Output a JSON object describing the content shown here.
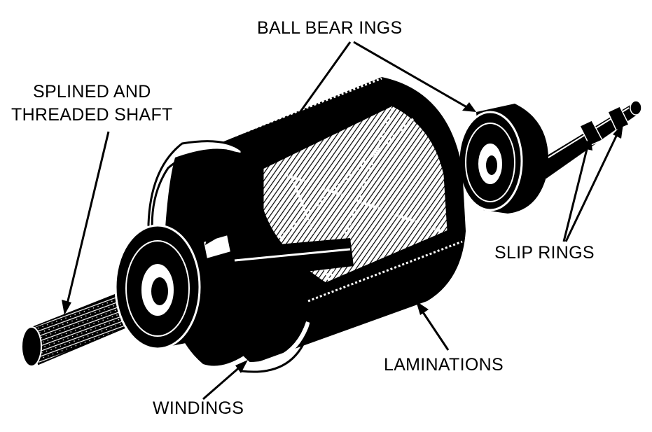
{
  "labels": {
    "ball_bearings": "BALL BEAR INGS",
    "shaft_line1": "SPLINED AND",
    "shaft_line2": "THREADED SHAFT",
    "slip_rings": "SLIP RINGS",
    "laminations": "LAMINATIONS",
    "windings": "WINDINGS"
  },
  "colors": {
    "ink": "#000000",
    "paper": "#ffffff"
  }
}
